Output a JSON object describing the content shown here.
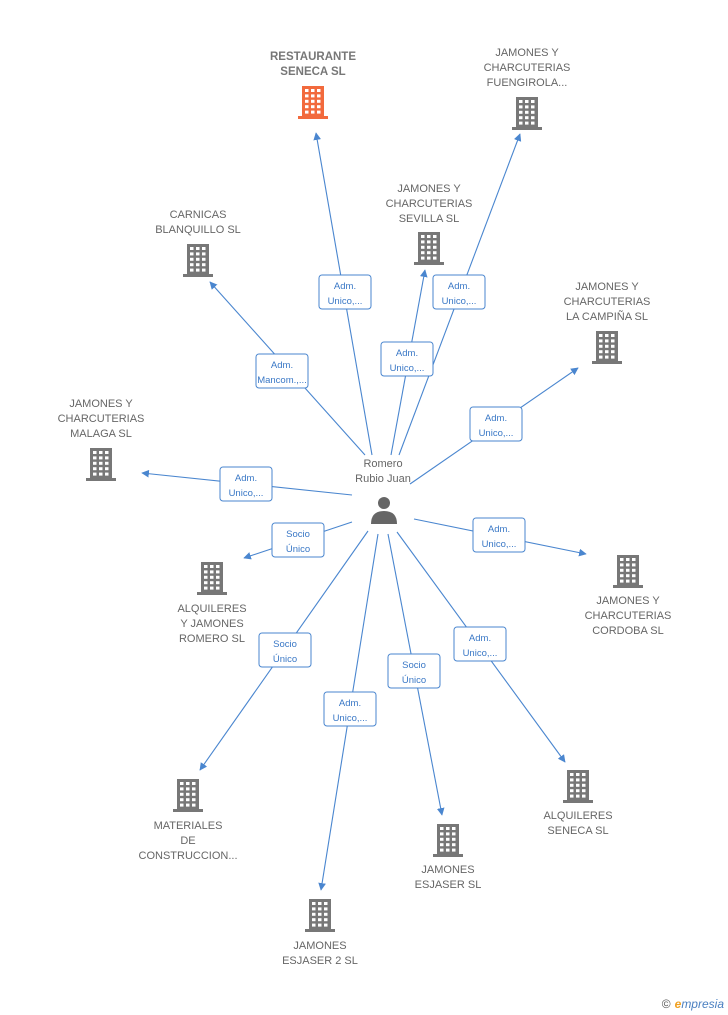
{
  "colors": {
    "edge": "#4a86cf",
    "building": "#777777",
    "building_highlight": "#f26a3d",
    "person": "#666666"
  },
  "person": {
    "name_line1": "Romero",
    "name_line2": "Rubio Juan",
    "icon": "person-icon"
  },
  "companies": [
    {
      "id": "restaurante-seneca",
      "lines": [
        "RESTAURANTE",
        "SENECA  SL"
      ],
      "highlight": true
    },
    {
      "id": "fuengirola",
      "lines": [
        "JAMONES Y",
        "CHARCUTERIAS",
        "FUENGIROLA..."
      ]
    },
    {
      "id": "sevilla",
      "lines": [
        "JAMONES Y",
        "CHARCUTERIAS",
        "SEVILLA  SL"
      ]
    },
    {
      "id": "blanquillo",
      "lines": [
        "CARNICAS",
        "BLANQUILLO  SL"
      ]
    },
    {
      "id": "campina",
      "lines": [
        "JAMONES Y",
        "CHARCUTERIAS",
        "LA CAMPIÑA  SL"
      ]
    },
    {
      "id": "malaga",
      "lines": [
        "JAMONES Y",
        "CHARCUTERIAS",
        "MALAGA  SL"
      ]
    },
    {
      "id": "cordoba",
      "lines": [
        "JAMONES Y",
        "CHARCUTERIAS",
        "CORDOBA  SL"
      ]
    },
    {
      "id": "alquileres-romero",
      "lines": [
        "ALQUILERES",
        "Y JAMONES",
        "ROMERO  SL"
      ]
    },
    {
      "id": "materiales",
      "lines": [
        "MATERIALES",
        "DE",
        "CONSTRUCCION..."
      ]
    },
    {
      "id": "esjaser2",
      "lines": [
        "JAMONES",
        "ESJASER 2  SL"
      ]
    },
    {
      "id": "esjaser",
      "lines": [
        "JAMONES",
        "ESJASER  SL"
      ]
    },
    {
      "id": "alquileres-seneca",
      "lines": [
        "ALQUILERES",
        "SENECA  SL"
      ]
    }
  ],
  "edges": [
    {
      "to": "restaurante-seneca",
      "label": [
        "Adm.",
        "Unico,..."
      ]
    },
    {
      "to": "fuengirola",
      "label": [
        "Adm.",
        "Unico,..."
      ]
    },
    {
      "to": "sevilla",
      "label": [
        "Adm.",
        "Unico,..."
      ]
    },
    {
      "to": "blanquillo",
      "label": [
        "Adm.",
        "Mancom.,..."
      ]
    },
    {
      "to": "campina",
      "label": [
        "Adm.",
        "Unico,..."
      ]
    },
    {
      "to": "malaga",
      "label": [
        "Adm.",
        "Unico,..."
      ]
    },
    {
      "to": "cordoba",
      "label": [
        "Adm.",
        "Unico,..."
      ]
    },
    {
      "to": "alquileres-romero",
      "label": [
        "Socio",
        "Único"
      ]
    },
    {
      "to": "materiales",
      "label": [
        "Socio",
        "Único"
      ]
    },
    {
      "to": "esjaser2",
      "label": [
        "Adm.",
        "Unico,..."
      ]
    },
    {
      "to": "esjaser",
      "label": [
        "Socio",
        "Único"
      ]
    },
    {
      "to": "alquileres-seneca",
      "label": [
        "Adm.",
        "Unico,..."
      ]
    }
  ],
  "footer": {
    "copyright": "©",
    "brand_first": "e",
    "brand_rest": "mpresia"
  }
}
